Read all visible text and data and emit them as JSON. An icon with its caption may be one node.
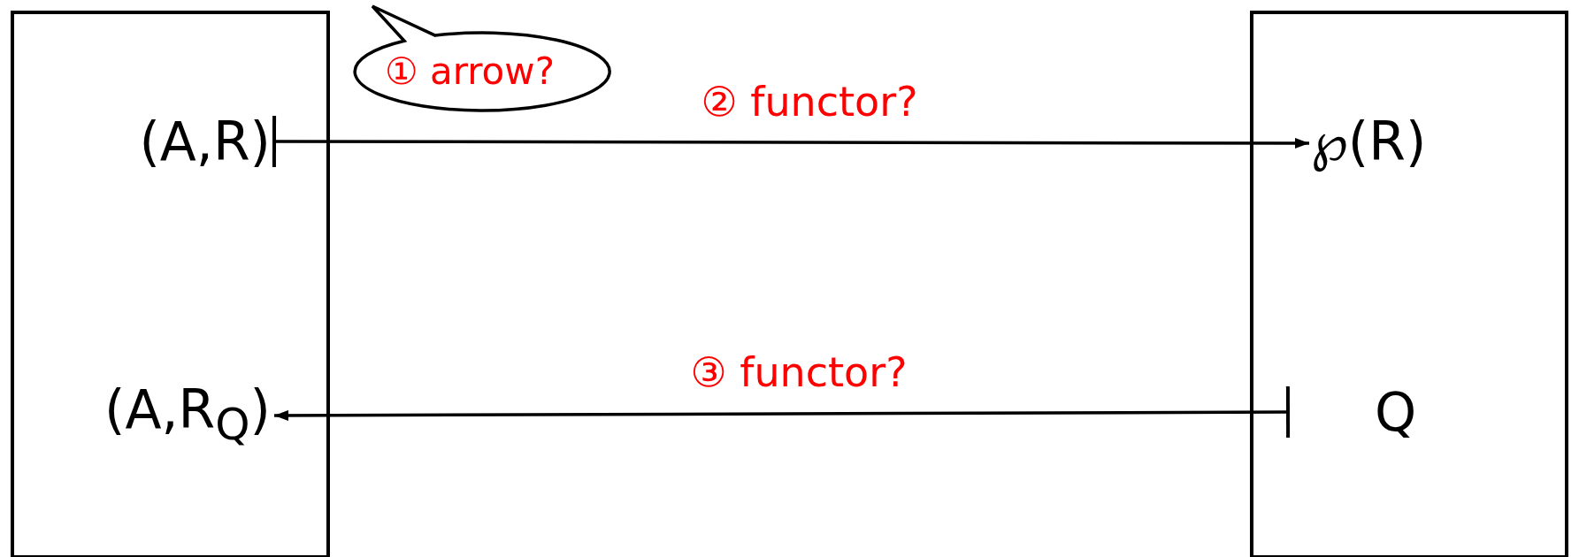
{
  "diagram": {
    "nodes": [
      {
        "text": [],
        "shape": "box"
      },
      {
        "text": [
          "(A,R)"
        ],
        "in": 0
      },
      {
        "text": [
          "(A,R$_{Q}$)"
        ],
        "in": 0
      },
      {
        "text": [],
        "shape": "box"
      },
      {
        "text": [
          "℘(R)"
        ],
        "in": 3
      },
      {
        "text": [
          "Q"
        ],
        "in": 3
      },
      {
        "text": [
          "① arrow?"
        ]
      }
    ],
    "edges": [
      {
        "from": 1,
        "to": 4,
        "arrow": "to",
        "label": "② functor?"
      },
      {
        "from": 5,
        "to": 2,
        "arrow": "to",
        "label": "③ functor?"
      }
    ]
  }
}
